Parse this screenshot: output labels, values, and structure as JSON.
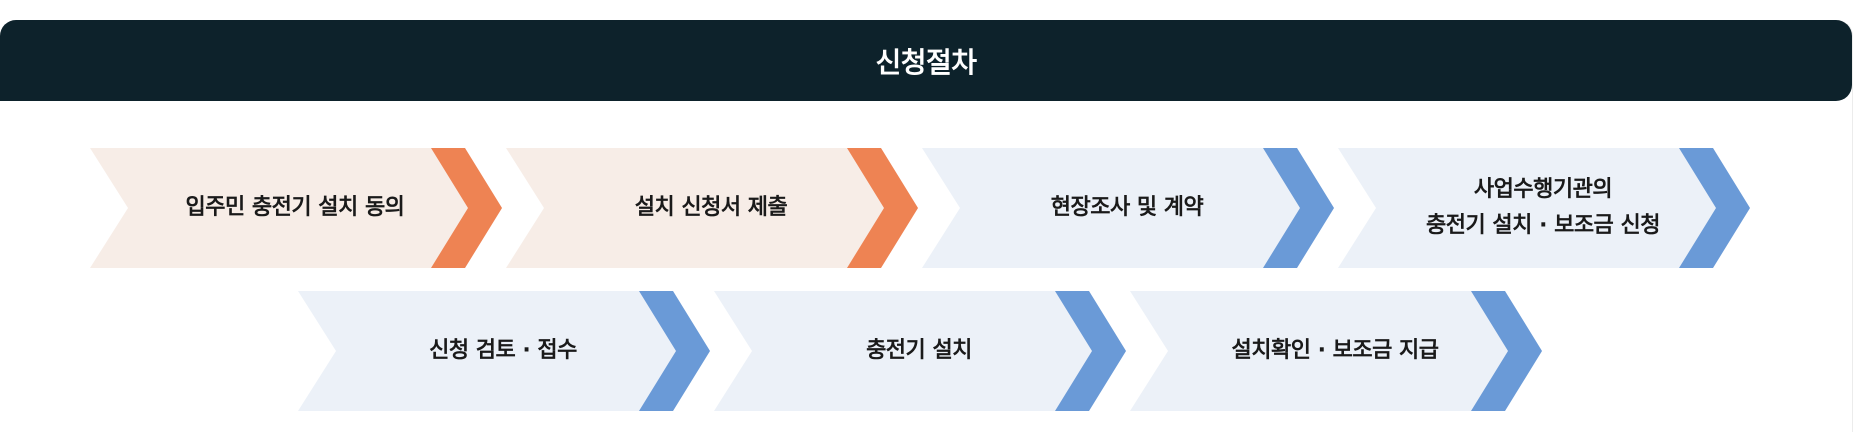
{
  "header": {
    "title": "신청절차"
  },
  "colors": {
    "header_bg": "#0d222b",
    "resident_step_bg": "#f7ede7",
    "resident_step_chevron": "#ee8353",
    "agency_step_bg": "#ecf1f8",
    "agency_step_chevron": "#6a9ad7"
  },
  "steps": [
    {
      "lines": [
        "입주민 충전기 설치 동의"
      ],
      "theme": "resident"
    },
    {
      "lines": [
        "설치 신청서 제출"
      ],
      "theme": "resident"
    },
    {
      "lines": [
        "현장조사 및 계약"
      ],
      "theme": "agency"
    },
    {
      "lines": [
        "사업수행기관의",
        "충전기 설치 · 보조금 신청"
      ],
      "theme": "agency"
    },
    {
      "lines": [
        "신청 검토 · 접수"
      ],
      "theme": "agency"
    },
    {
      "lines": [
        "충전기 설치"
      ],
      "theme": "agency"
    },
    {
      "lines": [
        "설치확인 · 보조금 지급"
      ],
      "theme": "agency"
    }
  ]
}
